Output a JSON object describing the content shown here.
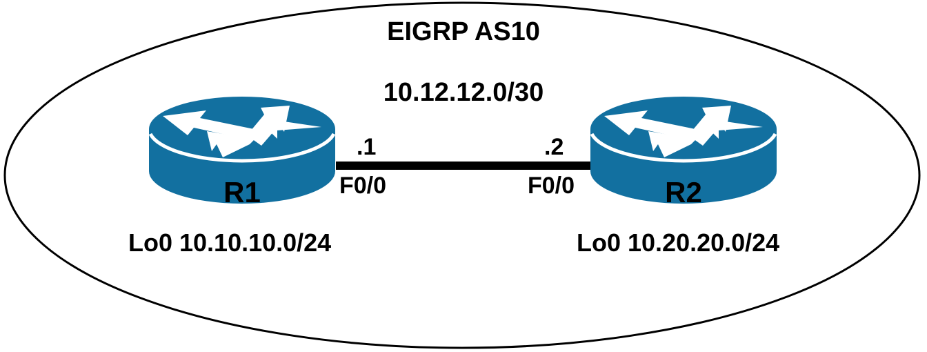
{
  "diagram": {
    "type": "network-topology",
    "title": "EIGRP AS10",
    "domain_boundary": {
      "shape": "ellipse",
      "label": "EIGRP AS10",
      "stroke": "#000000",
      "fill": "#ffffff"
    },
    "link": {
      "subnet": "10.12.12.0/30",
      "media": "ethernet",
      "color": "#000000"
    },
    "devices": [
      {
        "id": "r1",
        "name": "R1",
        "icon": "router-icon",
        "color": "#1270a0",
        "interface": "F0/0",
        "ip_host": ".1",
        "loopback": "Lo0 10.10.10.0/24"
      },
      {
        "id": "r2",
        "name": "R2",
        "icon": "router-icon",
        "color": "#1270a0",
        "interface": "F0/0",
        "ip_host": ".2",
        "loopback": "Lo0 10.20.20.0/24"
      }
    ]
  },
  "colors": {
    "router_blue": "#1270a0",
    "arrow_white": "#ffffff",
    "line_black": "#000000",
    "background": "#ffffff"
  }
}
